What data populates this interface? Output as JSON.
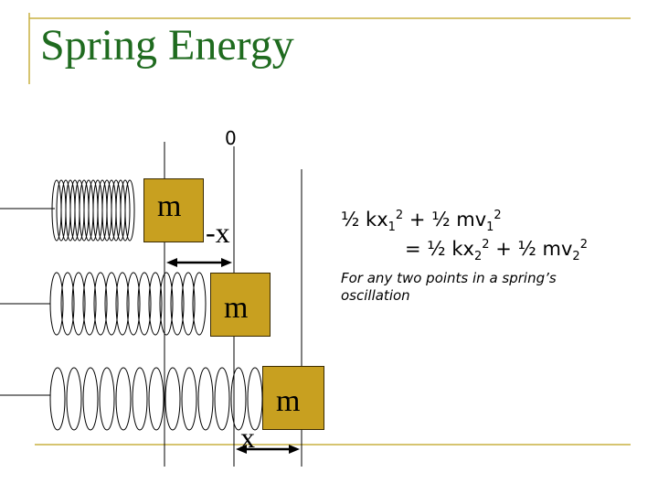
{
  "slide": {
    "title": "Spring Energy",
    "origin_label": "0",
    "masses": {
      "top": "m",
      "middle": "m",
      "bottom": "m"
    },
    "displacement_labels": {
      "negative": "-x",
      "positive": "x"
    },
    "equation": {
      "half1": "½",
      "kx1": "kx",
      "sub1a": "1",
      "sup1a": "2",
      "plus1": "+",
      "half2": "½",
      "mv1": "mv",
      "sub1b": "1",
      "sup1b": "2",
      "equals": "=",
      "half3": "½",
      "kx2": "kx",
      "sub2a": "2",
      "sup2a": "2",
      "plus2": "+",
      "half4": "½",
      "mv2": "mv",
      "sub2b": "2",
      "sup2b": "2"
    },
    "note": "For any two points in a spring’s oscillation"
  }
}
